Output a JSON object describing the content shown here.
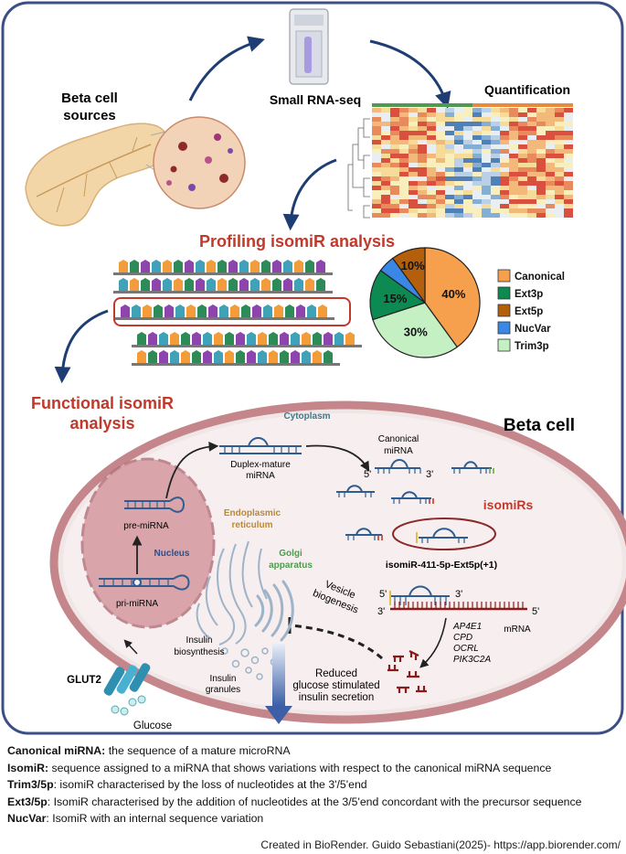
{
  "steps": {
    "beta_cell_sources": [
      "Beta cell",
      "sources"
    ],
    "small_rna_seq": "Small RNA-seq",
    "quantification": "Quantification",
    "profiling_title": "Profiling isomiR analysis",
    "functional_title": [
      "Functional isomiR",
      "analysis"
    ]
  },
  "pie": {
    "slices": [
      {
        "label": "Canonical",
        "value": 40,
        "pct_label": "40%",
        "color": "#f6a04d"
      },
      {
        "label": "Trim3p",
        "value": 30,
        "pct_label": "30%",
        "color": "#c4f0c4"
      },
      {
        "label": "Ext3p",
        "value": 15,
        "pct_label": "15%",
        "color": "#0c8a52"
      },
      {
        "label": "NucVar",
        "value": 5,
        "pct_label": "",
        "color": "#3a87e6"
      },
      {
        "label": "Ext5p",
        "value": 10,
        "pct_label": "10%",
        "color": "#b35f0b"
      }
    ],
    "legend": [
      {
        "label": "Canonical",
        "color": "#f6a04d"
      },
      {
        "label": "Ext3p",
        "color": "#0c8a52"
      },
      {
        "label": "Ext5p",
        "color": "#b35f0b"
      },
      {
        "label": "NucVar",
        "color": "#3a87e6"
      },
      {
        "label": "Trim3p",
        "color": "#c4f0c4"
      }
    ]
  },
  "cell": {
    "title": "Beta cell",
    "cytoplasm": "Cytoplasm",
    "nucleus": "Nucleus",
    "pre_mirna": "pre-miRNA",
    "pri_mirna": "pri-miRNA",
    "duplex": [
      "Duplex-mature",
      "miRNA"
    ],
    "canonical": [
      "Canonical",
      "miRNA"
    ],
    "five_prime": "5'",
    "three_prime": "3'",
    "isomirs": "isomiRs",
    "isomir_name": "isomiR-411-5p-Ext5p(+1)",
    "er": [
      "Endoplasmic",
      "reticulum"
    ],
    "golgi": [
      "Golgi",
      "apparatus"
    ],
    "vesicle": [
      "Vesicle",
      "biogenesis"
    ],
    "mrna": "mRNA",
    "targets": [
      "AP4E1",
      "CPD",
      "OCRL",
      "PIK3C2A"
    ],
    "insulin_biosynthesis": [
      "Insulin",
      "biosynthesis"
    ],
    "insulin_granules": [
      "Insulin",
      "granules"
    ],
    "reduced": [
      "Reduced",
      "glucose stimulated",
      "insulin secretion"
    ],
    "glut2": "GLUT2",
    "glucose": "Glucose"
  },
  "glossary": [
    {
      "term": "Canonical miRNA:",
      "def": " the sequence of a mature microRNA"
    },
    {
      "term": "IsomiR:",
      "def": " sequence assigned to a miRNA that shows variations with respect to the canonical miRNA sequence"
    },
    {
      "term": "Trim3/5p",
      "def": ": isomiR characterised by the loss of nucleotides at the 3'/5'end"
    },
    {
      "term": "Ext3/5p",
      "def": ": IsomiR characterised by the addition of nucleotides at the 3/5'end concordant with the precursor sequence"
    },
    {
      "term": "NucVar",
      "def": ": IsomiR with an internal sequence variation"
    }
  ],
  "footer": "Created in BioRender. Guido Sebastiani(2025)- https://app.biorender.com/",
  "colors": {
    "frame": "#3b4f86",
    "title_red": "#c0392b",
    "arrow_blue": "#1e3d73",
    "cell_fill": "#f0e4e4",
    "cell_border": "#c4868a",
    "nucleus_fill": "#d59096",
    "mirna_blue": "#2f5d8f",
    "mrna_red": "#8b1a1a"
  }
}
